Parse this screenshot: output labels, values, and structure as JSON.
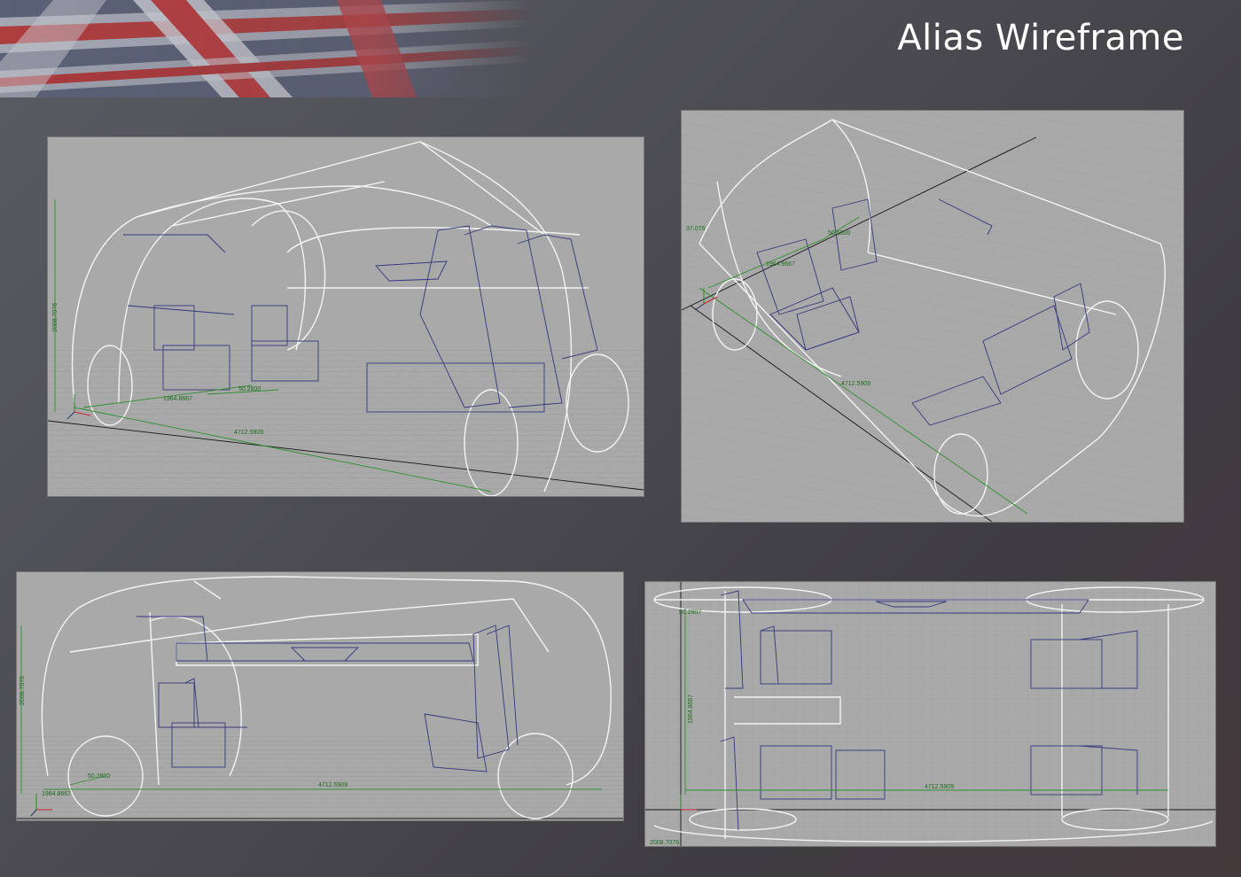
{
  "page": {
    "title": "Alias Wireframe"
  },
  "views": [
    {
      "id": "perspective-front",
      "dimensions": [
        "2008.7076",
        "1964.8667",
        "50.2800",
        "4712.5909"
      ]
    },
    {
      "id": "perspective-top",
      "dimensions": [
        "37.076",
        "1964.8667",
        "50.5800",
        "4712.5909"
      ]
    },
    {
      "id": "side",
      "dimensions": [
        "2008.7076",
        "1964.8667",
        "50.2800",
        "4712.5909"
      ]
    },
    {
      "id": "top",
      "dimensions": [
        "50.2807",
        "1964.8667",
        "4712.5909",
        "2008.7076"
      ]
    }
  ],
  "colors": {
    "viewport_bg": "#a9a9a9",
    "grid": "#9a9a9a",
    "wireframe_body": "#f4f4f4",
    "wireframe_seats": "#36367e",
    "dimension": "#2f8f2f"
  },
  "icons": [
    "flag-banner-icon",
    "axis-gizmo-icon"
  ]
}
